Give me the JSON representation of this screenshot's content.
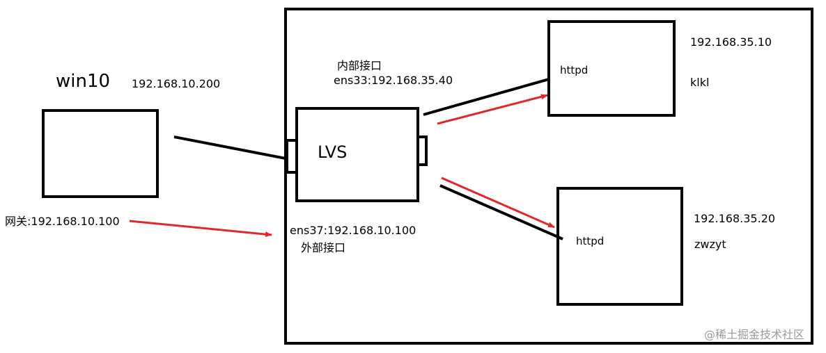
{
  "client": {
    "name": "win10",
    "ip": "192.168.10.200",
    "gateway": "网关:192.168.10.100"
  },
  "lvs": {
    "name": "LVS",
    "internal_label": "内部接口",
    "internal_interface": "ens33:192.168.35.40",
    "external_interface": "ens37:192.168.10.100",
    "external_label": "外部接口"
  },
  "servers": [
    {
      "service": "httpd",
      "ip": "192.168.35.10",
      "hostname": "klkl"
    },
    {
      "service": "httpd",
      "ip": "192.168.35.20",
      "hostname": "zwzyt"
    }
  ],
  "watermark": "@稀土掘金技术社区",
  "colors": {
    "line": "#000000",
    "arrow": "#e1262c",
    "watermark": "#9a9a9a"
  }
}
